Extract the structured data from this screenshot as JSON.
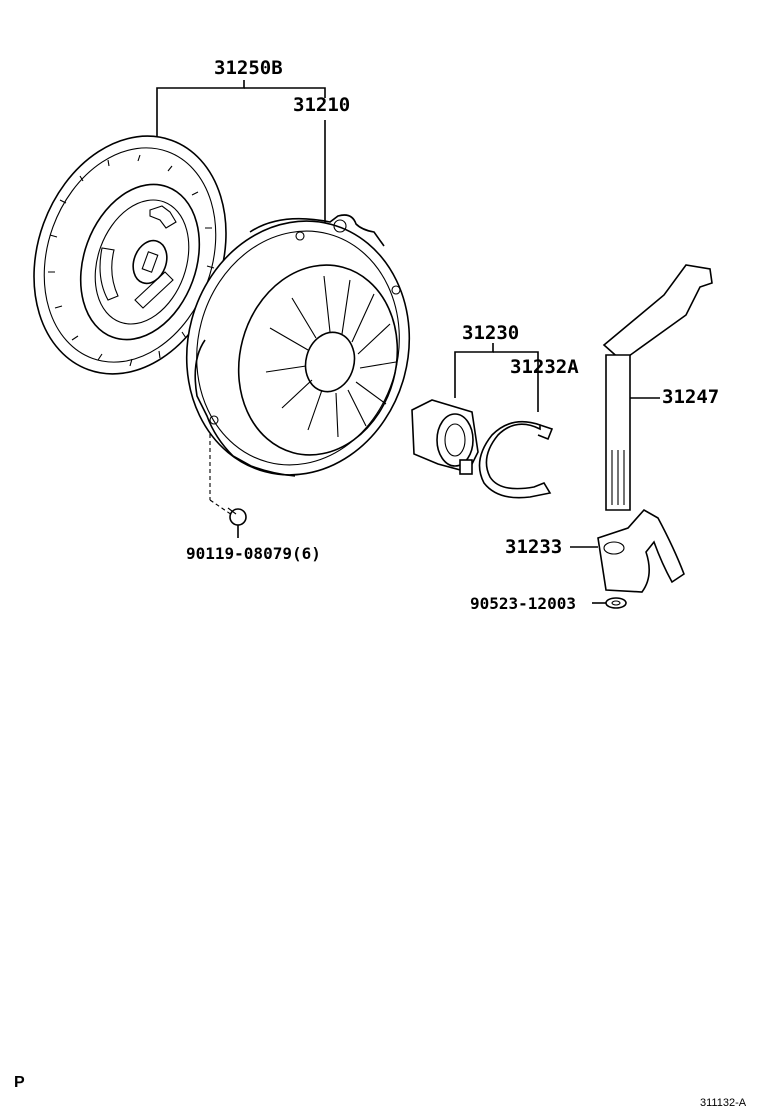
{
  "labels": {
    "p31250B": "31250B",
    "p31210": "31210",
    "p31230": "31230",
    "p31232A": "31232A",
    "p31247": "31247",
    "p31233": "31233",
    "p90119": "90119-08079(6)",
    "p90523": "90523-12003",
    "page_letter": "P",
    "figure_code": "311132-A"
  }
}
